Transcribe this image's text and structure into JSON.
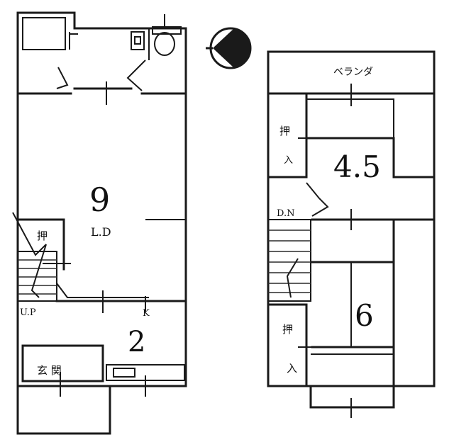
{
  "floor1": {
    "ldk_size": "9",
    "ldk_label": "L.D",
    "k_label": "K",
    "k_size": "2",
    "storage_label": "押",
    "genkan_label": "玄 関",
    "stair_label": "U.P"
  },
  "floor2": {
    "veranda_label": "ベランダ",
    "room_a_size": "4.5",
    "storage_a_label_top": "押",
    "storage_a_label_bottom": "入",
    "room_b_size": "6",
    "storage_b_label_top": "押",
    "storage_b_label_bottom": "入",
    "stair_label": "D.N"
  },
  "colors": {
    "ink": "#1a1a1a",
    "paper": "#ffffff"
  },
  "icons": [
    "compass-icon",
    "toilet-icon",
    "sink-icon",
    "door-swing-icon"
  ]
}
